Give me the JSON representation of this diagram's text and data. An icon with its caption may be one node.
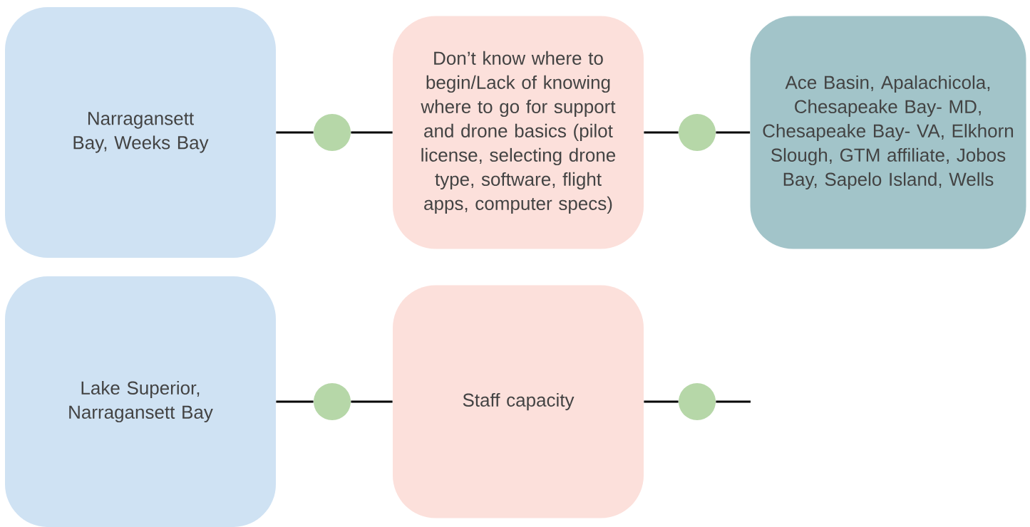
{
  "diagram": {
    "nodes": [
      {
        "text": [
          "Narragansett Bay, Weeks Bay"
        ]
      },
      {
        "text": [],
        "shape": "circle"
      },
      {
        "text": [
          "Don’t know where to begin/Lack of knowing where to go for support and drone basics (pilot license, selecting drone type, software, flight apps, computer specs)"
        ]
      },
      {
        "text": [],
        "shape": "circle"
      },
      {
        "text": [
          "Ace Basin, Apalachicola, Chesapeake Bay- MD, Chesapeake Bay- VA, Elkhorn Slough, GTM affiliate, Jobos Bay, Sapelo Island, Wells"
        ]
      },
      {
        "text": [
          "Lake Superior, Narragansett Bay"
        ]
      },
      {
        "text": [],
        "shape": "circle"
      },
      {
        "text": [
          "Staff capacity"
        ]
      },
      {
        "text": [],
        "shape": "circle"
      }
    ],
    "edges": [
      {
        "from": 0,
        "to": 1,
        "arrow": "none"
      },
      {
        "from": 1,
        "to": 2,
        "arrow": "none"
      },
      {
        "from": 2,
        "to": 3,
        "arrow": "none"
      },
      {
        "from": 3,
        "to": 4,
        "arrow": "none"
      },
      {
        "from": 5,
        "to": 6,
        "arrow": "none"
      },
      {
        "from": 6,
        "to": 7,
        "arrow": "none"
      },
      {
        "from": 7,
        "to": 8,
        "arrow": "none"
      },
      {
        "from": 8,
        "to": null,
        "arrow": "none"
      }
    ]
  }
}
